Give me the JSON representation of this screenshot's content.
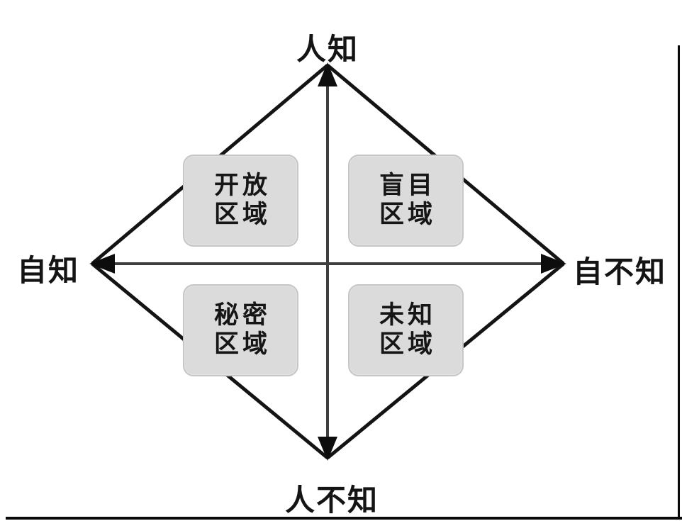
{
  "diagram": {
    "axis_labels": {
      "top": "人知",
      "bottom": "人不知",
      "left": "自知",
      "right": "自不知"
    },
    "quadrants": [
      {
        "id": "open",
        "line1": "开放",
        "line2": "区域"
      },
      {
        "id": "blind",
        "line1": "盲目",
        "line2": "区域"
      },
      {
        "id": "hidden",
        "line1": "秘密",
        "line2": "区域"
      },
      {
        "id": "unknown",
        "line1": "未知",
        "line2": "区域"
      }
    ],
    "colors": {
      "box_fill": "#dbdbdb",
      "box_border": "#c6c6c6",
      "axis_line": "#3f3f3f",
      "diagonal_line": "#141414",
      "text": "#141414"
    }
  }
}
